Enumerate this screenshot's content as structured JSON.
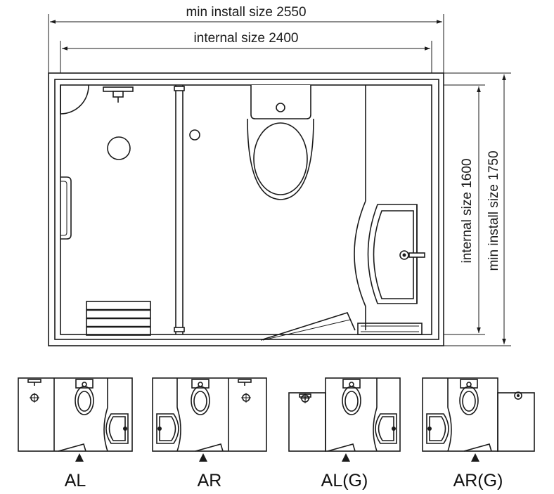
{
  "dimensions": {
    "min_install_width": "min install size 2550",
    "internal_width": "internal size 2400",
    "internal_depth": "internal size 1600",
    "min_install_depth": "min install size 1750"
  },
  "variants": [
    {
      "label": "AL"
    },
    {
      "label": "AR"
    },
    {
      "label": "AL(G)"
    },
    {
      "label": "AR(G)"
    }
  ]
}
